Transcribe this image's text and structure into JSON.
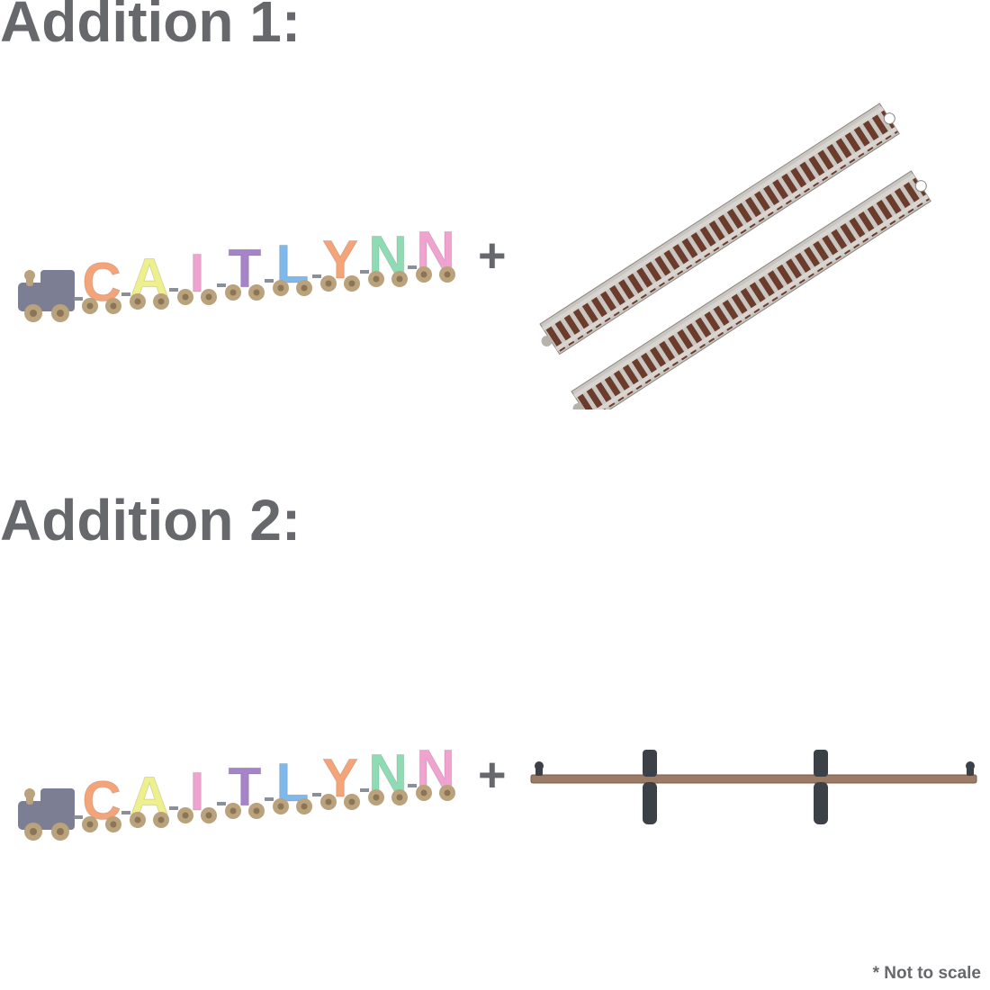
{
  "addition1": {
    "heading": "Addition 1:",
    "plus": "+",
    "train": {
      "letters": [
        "C",
        "A",
        "I",
        "T",
        "L",
        "Y",
        "N",
        "N"
      ],
      "colors": [
        "#f5a47a",
        "#eef08c",
        "#f0a3cf",
        "#a585c8",
        "#7fb8ea",
        "#f5a47a",
        "#8fdcb4",
        "#f0a3cf"
      ]
    },
    "product": "straight-track-pieces-image"
  },
  "addition2": {
    "heading": "Addition 2:",
    "plus": "+",
    "train": {
      "letters": [
        "C",
        "A",
        "I",
        "T",
        "L",
        "Y",
        "N",
        "N"
      ],
      "colors": [
        "#f5a47a",
        "#eef08c",
        "#f0a3cf",
        "#a585c8",
        "#7fb8ea",
        "#f5a47a",
        "#8fdcb4",
        "#f0a3cf"
      ]
    },
    "product": "wooden-shelf-with-brackets-image"
  },
  "footnote": "* Not to scale",
  "colors": {
    "heading": "#67686b",
    "engine": "#7c7f94",
    "wheel": "#b9a27c"
  }
}
